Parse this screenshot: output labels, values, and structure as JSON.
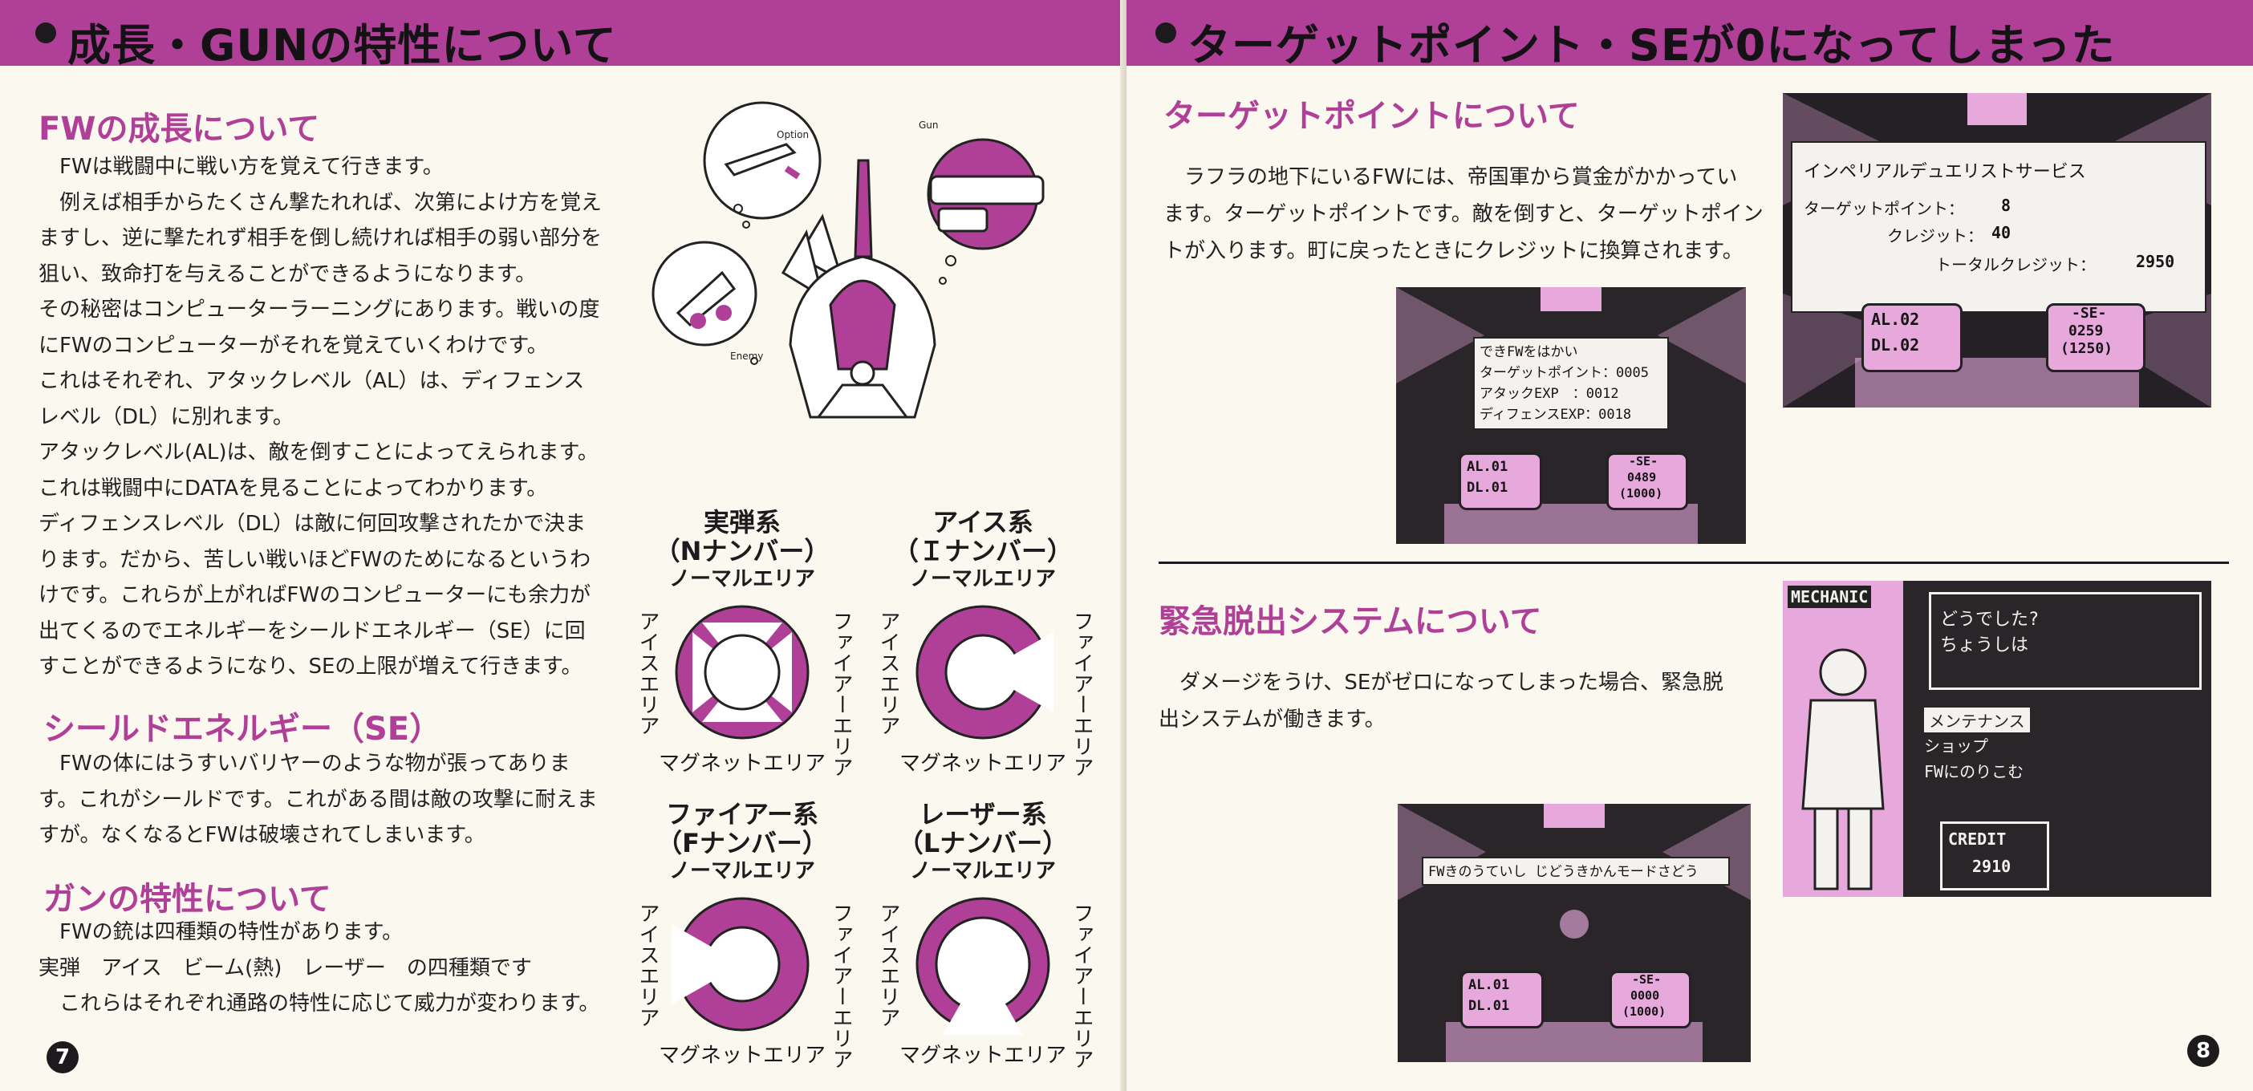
{
  "left_page": {
    "header_title": "成長・GUNの特性について",
    "sections": {
      "fw_growth": {
        "heading": "FWの成長について",
        "lines": [
          "　FWは戦闘中に戦い方を覚えて行きます。",
          "　例えば相手からたくさん撃たれれば、次第によけ方を覚え",
          "ますし、逆に撃たれず相手を倒し続ければ相手の弱い部分を",
          "狙い、致命打を与えることができるようになります。",
          "その秘密はコンピューターラーニングにあります。戦いの度",
          "にFWのコンピューターがそれを覚えていくわけです。",
          "これはそれぞれ、アタックレベル（AL）は、ディフェンス",
          "レベル（DL）に別れます。",
          "アタックレベル(AL)は、敵を倒すことによってえられます。",
          "これは戦闘中にDATAを見ることによってわかります。",
          "ディフェンスレベル（DL）は敵に何回攻撃されたかで決ま",
          "ります。だから、苦しい戦いほどFWのためになるというわ",
          "けです。これらが上がればFWのコンピューターにも余力が",
          "出てくるのでエネルギーをシールドエネルギー（SE）に回",
          "すことができるようになり、SEの上限が増えて行きます。"
        ]
      },
      "shield": {
        "heading": "シールドエネルギー（SE）",
        "lines": [
          "　FWの体にはうすいバリヤーのような物が張ってありま",
          "す。これがシールドです。これがある間は敵の攻撃に耐えま",
          "すが。なくなるとFWは破壊されてしまいます。"
        ]
      },
      "gun": {
        "heading": "ガンの特性について",
        "lines": [
          "　FWの銃は四種類の特性があります。",
          "実弾　アイス　ビーム(熱)　レーザー　の四種類です",
          "　これらはそれぞれ通路の特性に応じて威力が変わります。"
        ]
      }
    },
    "illustration": {
      "labels": [
        "Option",
        "Gun",
        "Enemy"
      ]
    },
    "diagrams": [
      {
        "name": "実弾系",
        "number": "（Nナンバー）",
        "top": "ノーマルエリア",
        "left": "アイスエリア",
        "right": "ファイアーエリア",
        "bottom": "マグネットエリア",
        "ring": "#b03f98"
      },
      {
        "name": "アイス系",
        "number": "（Ｉナンバー）",
        "top": "ノーマルエリア",
        "left": "アイスエリア",
        "right": "ファイアーエリア",
        "bottom": "マグネットエリア",
        "ring": "#b03f98"
      },
      {
        "name": "ファイアー系",
        "number": "（Fナンバー）",
        "top": "ノーマルエリア",
        "left": "アイスエリア",
        "right": "ファイアーエリア",
        "bottom": "マグネットエリア",
        "ring": "#b03f98"
      },
      {
        "name": "レーザー系",
        "number": "（Lナンバー）",
        "top": "ノーマルエリア",
        "left": "アイスエリア",
        "right": "ファイアーエリア",
        "bottom": "マグネットエリア",
        "ring": "#b03f98"
      }
    ],
    "page_number": "7"
  },
  "right_page": {
    "header_title": "ターゲットポイント・SEが0になってしまった",
    "sections": {
      "target_point": {
        "heading": "ターゲットポイントについて",
        "lines": [
          "　ラフラの地下にいるFWには、帝国軍から賞金がかかってい",
          "ます。ターゲットポイントです。敵を倒すと、ターゲットポイン",
          "トが入ります。町に戻ったときにクレジットに換算されます。"
        ]
      },
      "escape": {
        "heading": "緊急脱出システムについて",
        "lines": [
          "　ダメージをうけ、SEがゼロになってしまった場合、緊急脱",
          "出システムが働きます。"
        ]
      }
    },
    "screens": {
      "imperial": {
        "title": "インペリアルデュエリストサービス",
        "tp_label": "ターゲットポイント：",
        "tp_value": "8",
        "credit_label": "クレジット：",
        "credit_value": "40",
        "total_label": "トータルクレジット：",
        "total_value": "2950",
        "al": "AL.02",
        "dl": "DL.02",
        "se_label": "-SE-",
        "se_value": "0259",
        "se_max": "(1250)"
      },
      "battle_result": {
        "line1": "できFWをはかい",
        "line2": "ターゲットポイント：0005",
        "line3": "アタックEXP　：0012",
        "line4": "ディフェンスEXP：0018",
        "al": "AL.01",
        "dl": "DL.01",
        "se_label": "-SE-",
        "se_value": "0489",
        "se_max": "(1000)"
      },
      "mechanic": {
        "sign": "MECHANIC",
        "dialog1": "どうでした?",
        "dialog2": "ちょうしは",
        "menu1": "メンテナンス",
        "menu2": "ショップ",
        "menu3": "FWにのりこむ",
        "credit_label": "CREDIT",
        "credit_value": "2910"
      },
      "escape_battle": {
        "message": "FWきのうていし じどうきかんモードさどう",
        "al": "AL.01",
        "dl": "DL.01",
        "se_label": "-SE-",
        "se_value": "0000",
        "se_max": "(1000)"
      }
    },
    "page_number": "8"
  },
  "colors": {
    "accent_magenta": "#b03f98",
    "paper": "#fbf8ef",
    "ink": "#1c1a1c",
    "screen_pink": "#e7a8dc"
  }
}
